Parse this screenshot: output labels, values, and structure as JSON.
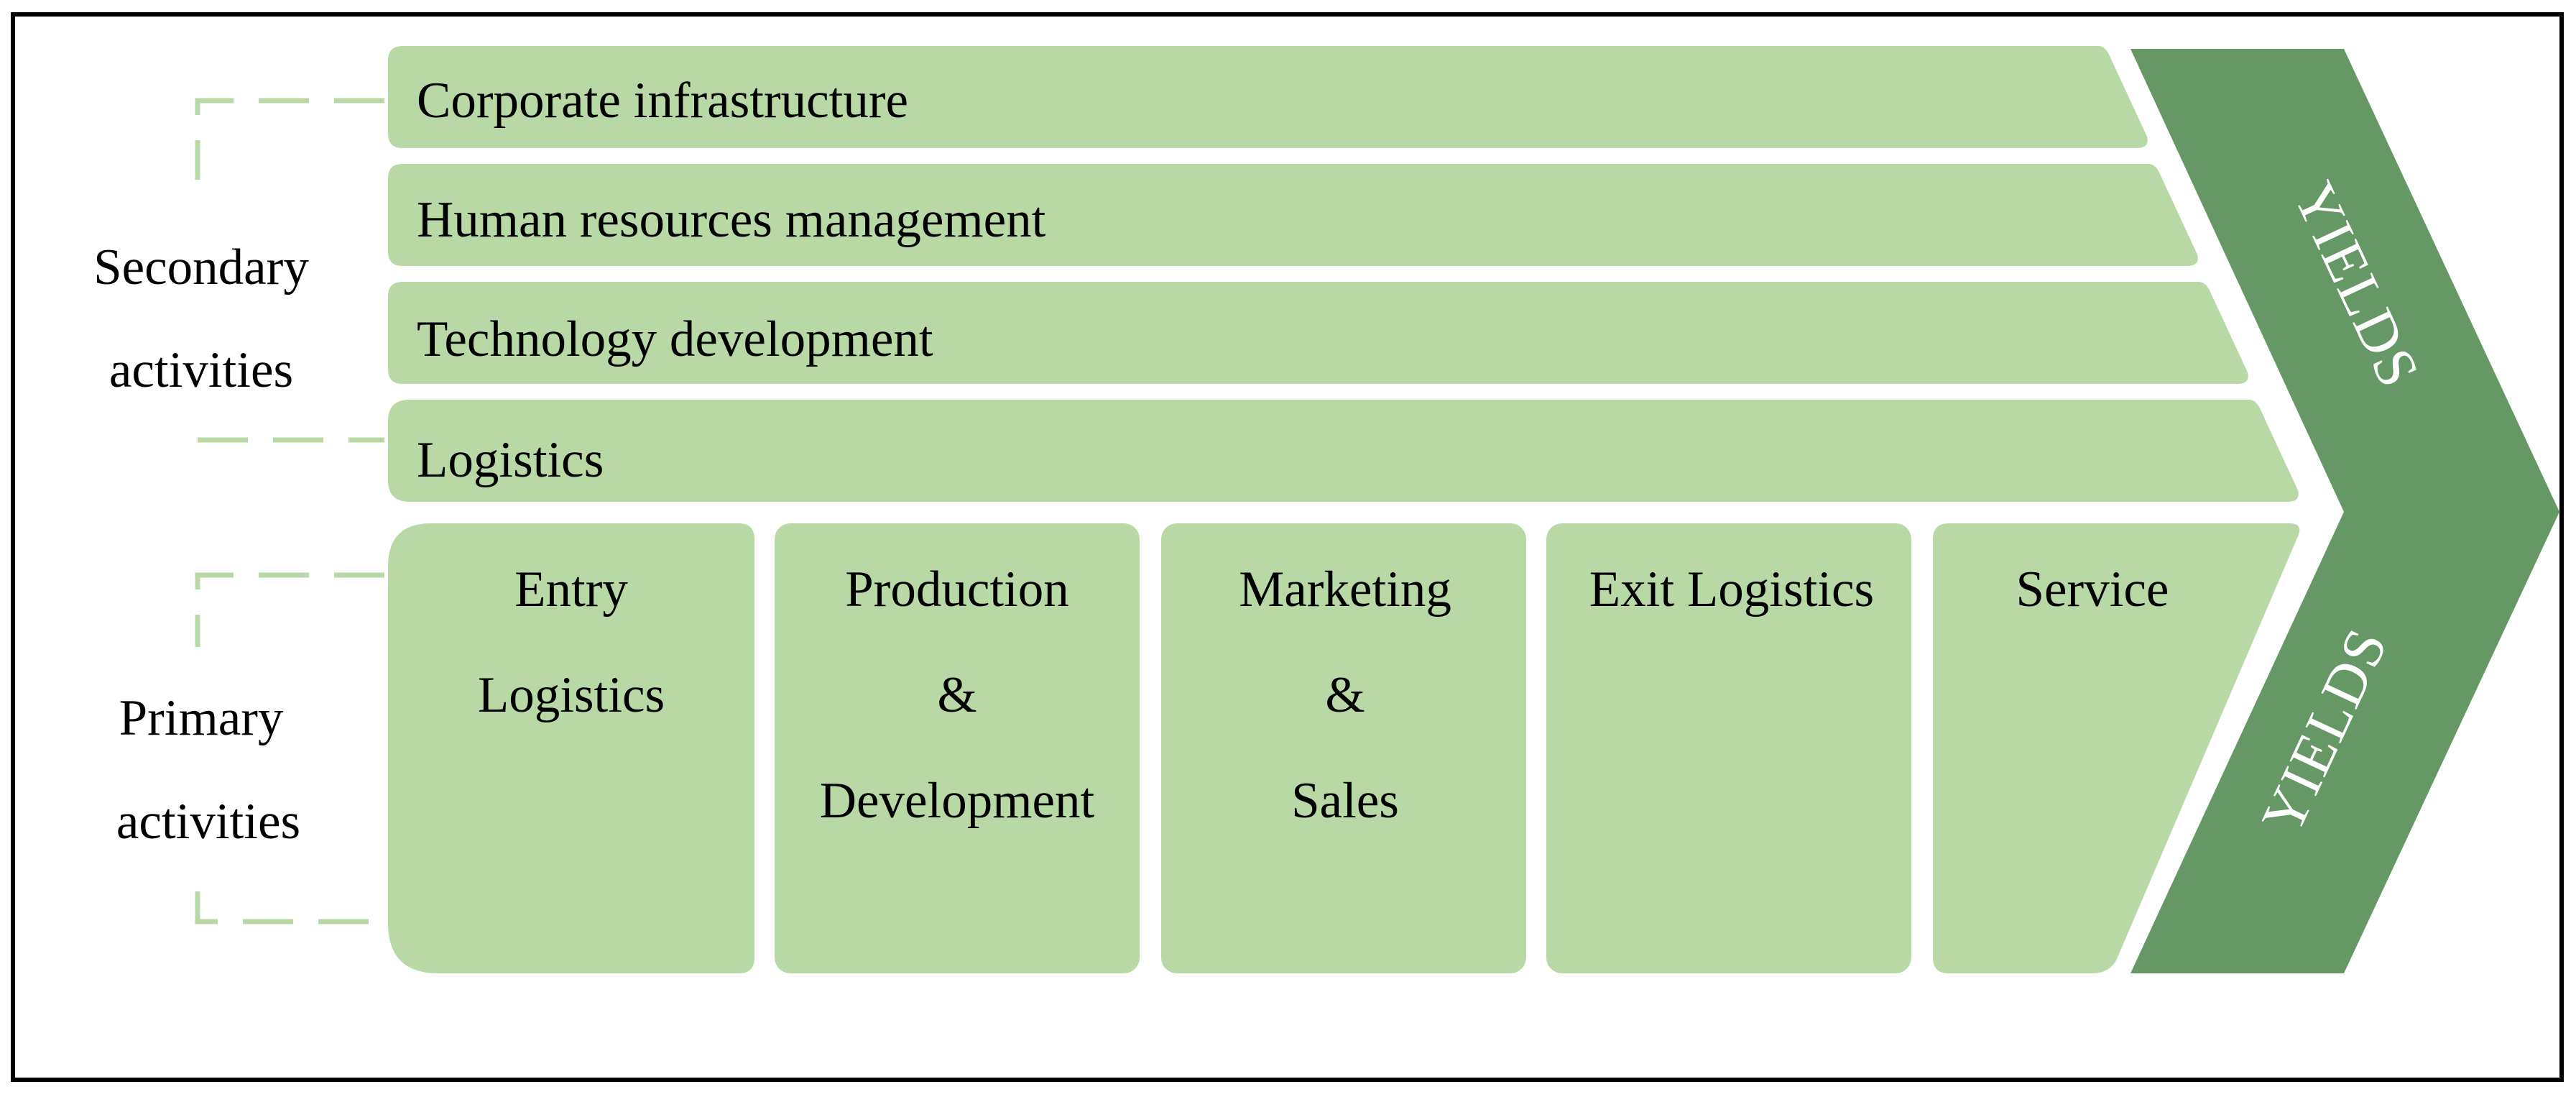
{
  "colors": {
    "light_green": "#b8d9a5",
    "dark_green": "#669866",
    "dash_green": "#b8d9a5",
    "border": "#000000",
    "text": "#000000",
    "yields_text": "#ffffff"
  },
  "secondary": {
    "label_line1": "Secondary",
    "label_line2": "activities",
    "rows": [
      "Corporate infrastructure",
      "Human resources management",
      "Technology development",
      "Logistics"
    ]
  },
  "primary": {
    "label_line1": "Primary",
    "label_line2": "activities",
    "columns": [
      {
        "lines": [
          "Entry",
          "Logistics"
        ]
      },
      {
        "lines": [
          "Production",
          "&",
          "Development"
        ]
      },
      {
        "lines": [
          "Marketing",
          "&",
          "Sales"
        ]
      },
      {
        "lines": [
          "Exit Logistics"
        ]
      },
      {
        "lines": [
          "Service"
        ]
      }
    ]
  },
  "output": {
    "top_label": "YIELDS",
    "bottom_label": "YIELDS"
  }
}
